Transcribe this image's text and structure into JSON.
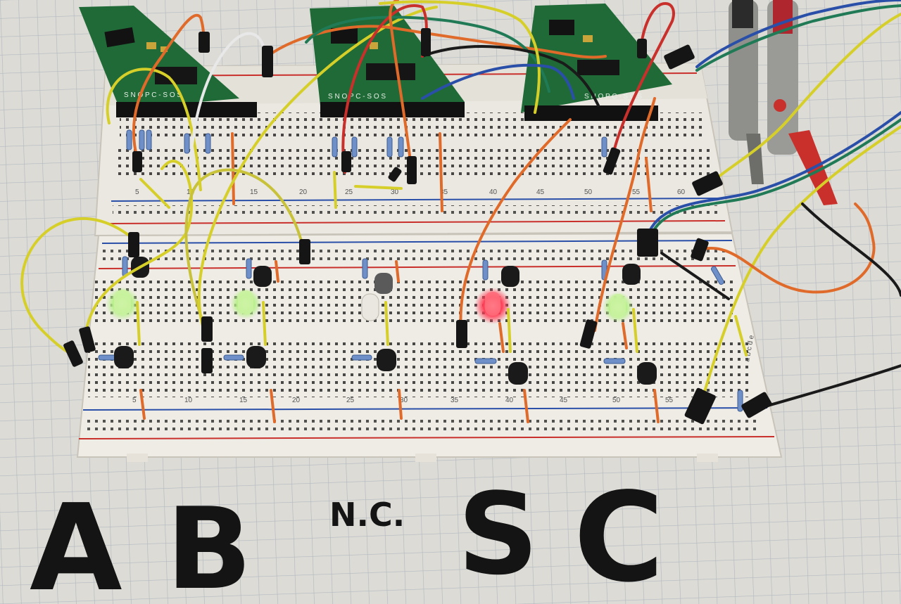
{
  "paper_labels": {
    "a": "A",
    "b": "B",
    "nc": "N.C.",
    "s": "S",
    "c": "C"
  },
  "pcb_labels": {
    "pins": "S N O P C - S O S"
  },
  "breadboard": {
    "upper_columns": [
      "5",
      "10",
      "15",
      "20",
      "25",
      "30",
      "35",
      "40",
      "45",
      "50",
      "55",
      "60"
    ],
    "lower_columns": [
      "5",
      "10",
      "15",
      "20",
      "25",
      "30",
      "35",
      "40",
      "45",
      "50",
      "55"
    ],
    "row_letters": "a b c d e"
  },
  "leds": [
    {
      "color": "green",
      "lit": true
    },
    {
      "color": "green",
      "lit": true
    },
    {
      "color": "clear",
      "lit": false
    },
    {
      "color": "red",
      "lit": true
    },
    {
      "color": "green",
      "lit": true
    }
  ],
  "colors": {
    "paper": "#dcdbd6",
    "grid": "#b9bec4",
    "breadboard": "#ece9e2",
    "pcb": "#1f6a36",
    "wire_orange": "#e06a2a",
    "wire_yellow": "#d6cf2a",
    "wire_red": "#c9302c",
    "wire_blue": "#2a4fa8",
    "wire_green": "#1f7a55",
    "wire_black": "#1a1a1a",
    "wire_white": "#e8e8e8",
    "led_green": "#b9f28a",
    "led_red": "#ff4a5a"
  }
}
